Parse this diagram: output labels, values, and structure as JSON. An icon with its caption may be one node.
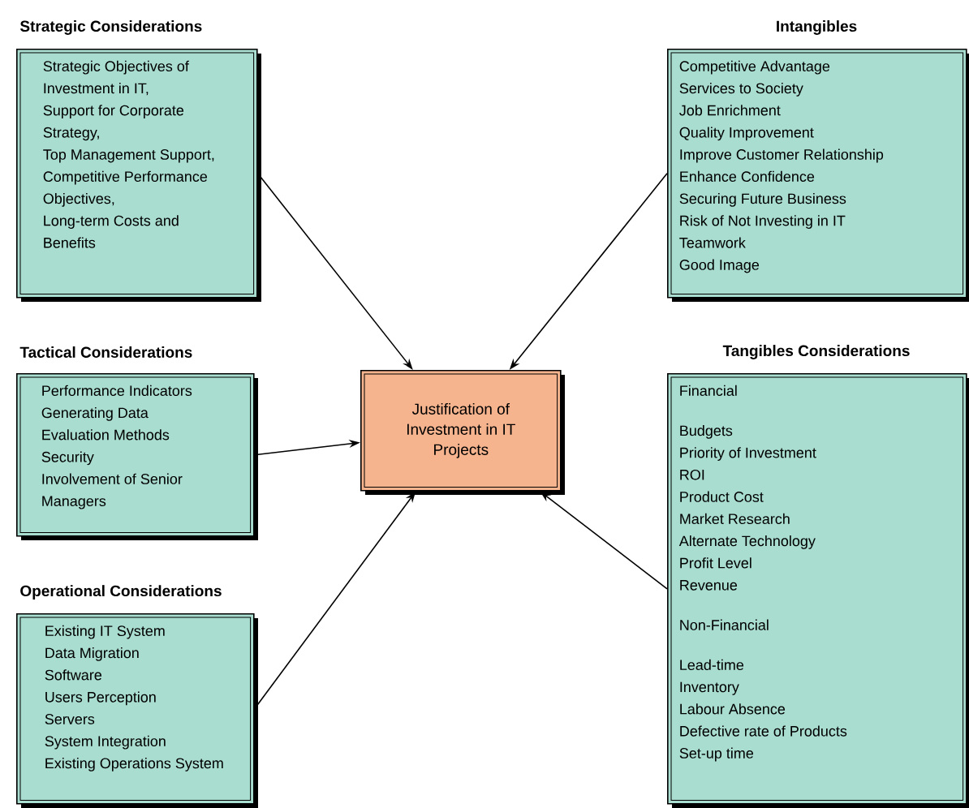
{
  "diagram": {
    "nodes": [
      {
        "text": [
          "Strategic Considerations",
          "Strategic Objectives of Investment in IT,",
          "Support for Corporate Strategy,",
          "Top Management Support,",
          "Competitive Performance Objectives,",
          "Long-term Costs and Benefits"
        ]
      },
      {
        "text": [
          "Intangibles",
          "Competitive Advantage",
          "Services to Society",
          "Job Enrichment",
          "Quality Improvement",
          "Improve Customer Relationship",
          "Enhance Confidence",
          "Securing Future Business",
          "Risk of Not Investing in IT",
          "Teamwork",
          "Good Image"
        ]
      },
      {
        "text": [
          "Tactical Considerations",
          "Performance Indicators",
          "Generating Data",
          "Evaluation Methods",
          "Security",
          "Involvement of Senior Managers"
        ]
      },
      {
        "text": [
          "Justification of Investment in IT Projects"
        ]
      },
      {
        "text": [
          "Tangibles Considerations",
          "Financial",
          "Budgets",
          "Priority of Investment",
          "ROI",
          "Product Cost",
          "Market Research",
          "Alternate Technology",
          "Profit Level",
          "Revenue",
          "Non-Financial",
          "Lead-time",
          "Inventory",
          "Labour Absence",
          "Defective rate of Products",
          "Set-up time"
        ]
      },
      {
        "text": [
          "Operational Considerations",
          "Existing IT System",
          "Data Migration",
          "Software",
          "Users Perception",
          "Servers",
          "System Integration",
          "Existing Operations System"
        ]
      }
    ],
    "edges": [
      {
        "from": 0,
        "to": 3,
        "arrow": "to"
      },
      {
        "from": 1,
        "to": 3,
        "arrow": "to"
      },
      {
        "from": 2,
        "to": 3,
        "arrow": "to"
      },
      {
        "from": 4,
        "to": 3,
        "arrow": "to"
      },
      {
        "from": 5,
        "to": 3,
        "arrow": "to"
      }
    ]
  }
}
